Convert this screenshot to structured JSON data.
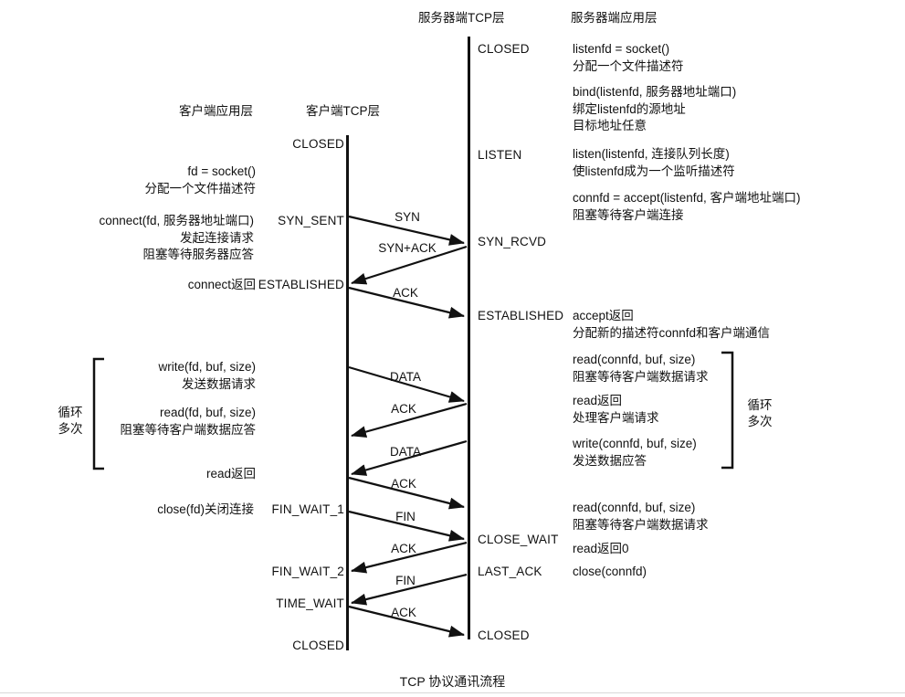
{
  "headers": {
    "client_app": "客户端应用层",
    "client_tcp": "客户端TCP层",
    "server_tcp": "服务器端TCP层",
    "server_app": "服务器端应用层"
  },
  "caption": "TCP 协议通讯流程",
  "client": {
    "states": {
      "closed_top": "CLOSED",
      "syn_sent": "SYN_SENT",
      "established": "ESTABLISHED",
      "fin_wait_1": "FIN_WAIT_1",
      "fin_wait_2": "FIN_WAIT_2",
      "time_wait": "TIME_WAIT",
      "closed_bottom": "CLOSED"
    },
    "notes": {
      "socket": [
        "fd = socket()",
        "分配一个文件描述符"
      ],
      "connect": [
        "connect(fd, 服务器地址端口)",
        "发起连接请求",
        "阻塞等待服务器应答"
      ],
      "connect_return": "connect返回",
      "write": [
        "write(fd, buf, size)",
        "发送数据请求"
      ],
      "read": [
        "read(fd, buf, size)",
        "阻塞等待客户端数据应答"
      ],
      "read_return": "read返回",
      "close": "close(fd)关闭连接"
    },
    "loop_label": [
      "循环",
      "多次"
    ]
  },
  "server": {
    "states": {
      "closed_top": "CLOSED",
      "listen": "LISTEN",
      "syn_rcvd": "SYN_RCVD",
      "established": "ESTABLISHED",
      "close_wait": "CLOSE_WAIT",
      "last_ack": "LAST_ACK",
      "closed_bottom": "CLOSED"
    },
    "notes": {
      "socket": [
        "listenfd = socket()",
        "分配一个文件描述符"
      ],
      "bind": [
        "bind(listenfd, 服务器地址端口)",
        "绑定listenfd的源地址",
        "目标地址任意"
      ],
      "listen": [
        "listen(listenfd, 连接队列长度)",
        "使listenfd成为一个监听描述符"
      ],
      "accept": [
        "connfd = accept(listenfd, 客户端地址端口)",
        "阻塞等待客户端连接"
      ],
      "accept_return": [
        "accept返回",
        "分配新的描述符connfd和客户端通信"
      ],
      "read1": [
        "read(connfd, buf, size)",
        "阻塞等待客户端数据请求"
      ],
      "read_return": [
        "read返回",
        "处理客户端请求"
      ],
      "write": [
        "write(connfd, buf, size)",
        "发送数据应答"
      ],
      "read2": [
        "read(connfd, buf, size)",
        "阻塞等待客户端数据请求"
      ],
      "read_return0": "read返回0",
      "close": "close(connfd)"
    },
    "loop_label": [
      "循环",
      "多次"
    ]
  },
  "messages": {
    "syn": "SYN",
    "syn_ack": "SYN+ACK",
    "ack1": "ACK",
    "data1": "DATA",
    "ack2": "ACK",
    "data2": "DATA",
    "ack3": "ACK",
    "fin1": "FIN",
    "ack4": "ACK",
    "fin2": "FIN",
    "ack5": "ACK"
  }
}
